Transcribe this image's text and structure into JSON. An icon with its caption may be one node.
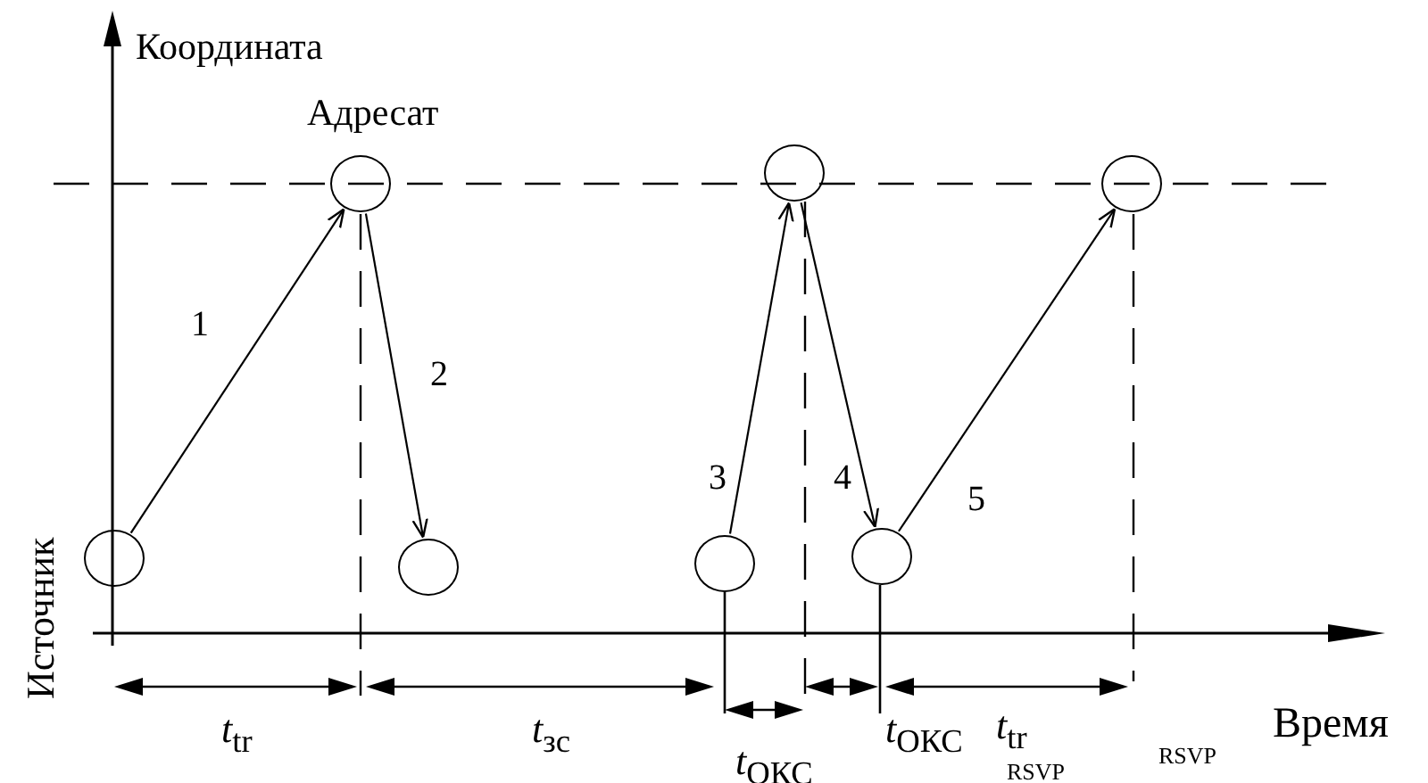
{
  "diagram": {
    "nodes": [
      {
        "text": [],
        "shape": "circle"
      },
      {
        "text": [],
        "shape": "circle",
        "beside": [
          "Адресат"
        ]
      },
      {
        "text": [],
        "shape": "circle"
      },
      {
        "text": [],
        "shape": "circle"
      },
      {
        "text": [],
        "shape": "circle"
      },
      {
        "text": [],
        "shape": "circle"
      },
      {
        "text": [],
        "shape": "circle"
      }
    ],
    "edges": [
      {
        "from": 0,
        "to": 1,
        "arrow": "to",
        "label": "1"
      },
      {
        "from": 1,
        "to": 2,
        "arrow": "to",
        "label": "2"
      },
      {
        "from": 3,
        "to": 4,
        "arrow": "to",
        "label": "3"
      },
      {
        "from": 4,
        "to": 5,
        "arrow": "to",
        "label": "4"
      },
      {
        "from": 5,
        "to": 6,
        "arrow": "to",
        "label": "5"
      }
    ],
    "labels": [
      "Координата",
      "Источник",
      "*t*$_{tr}$",
      "*t*$_{зс}$",
      "*t*$_{ОКС}$",
      "*t*$_{ОКС}$",
      "*t*$_{tr}$",
      "RSVP",
      "RSVP",
      "Время"
    ]
  }
}
